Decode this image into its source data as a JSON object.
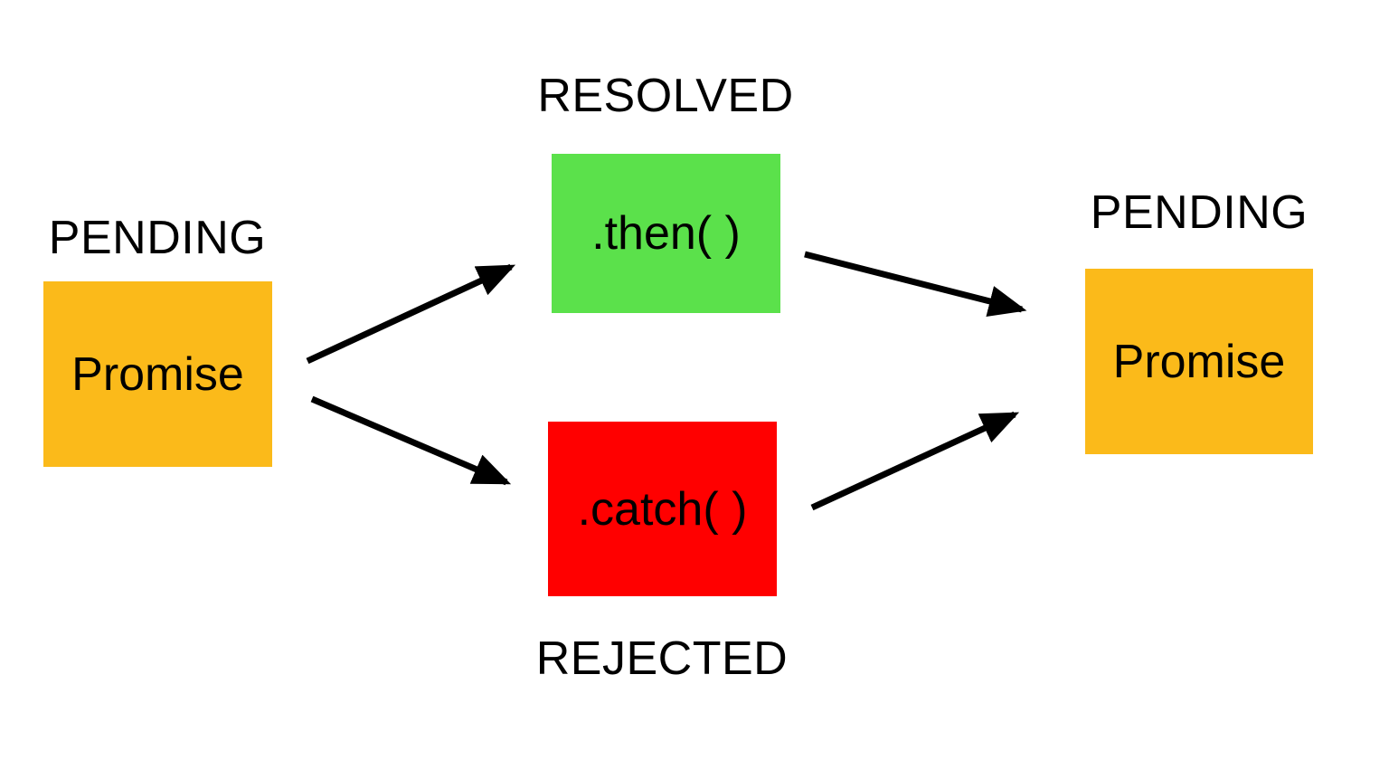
{
  "nodes": {
    "pending_left": {
      "state": "PENDING",
      "text": "Promise"
    },
    "resolved": {
      "state": "RESOLVED",
      "text": ".then( )"
    },
    "rejected": {
      "state": "REJECTED",
      "text": ".catch( )"
    },
    "pending_right": {
      "state": "PENDING",
      "text": "Promise"
    }
  },
  "colors": {
    "promise": "#FBBA1A",
    "then": "#5BE14B",
    "catch": "#FF0000",
    "arrow": "#000000"
  },
  "edges": [
    {
      "from": "pending_left",
      "to": "resolved"
    },
    {
      "from": "pending_left",
      "to": "rejected"
    },
    {
      "from": "resolved",
      "to": "pending_right"
    },
    {
      "from": "rejected",
      "to": "pending_right"
    }
  ]
}
